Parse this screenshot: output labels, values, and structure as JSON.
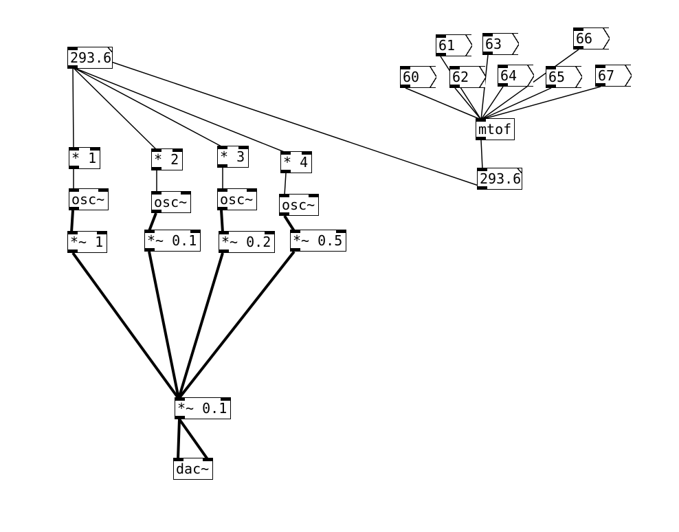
{
  "patch": {
    "number_boxes": [
      {
        "id": "freq",
        "value": "293.6"
      },
      {
        "id": "readout",
        "value": "293.6"
      }
    ],
    "messages": [
      {
        "id": "m60",
        "label": "60"
      },
      {
        "id": "m61",
        "label": "61"
      },
      {
        "id": "m62",
        "label": "62"
      },
      {
        "id": "m63",
        "label": "63"
      },
      {
        "id": "m64",
        "label": "64"
      },
      {
        "id": "m65",
        "label": "65"
      },
      {
        "id": "m66",
        "label": "66"
      },
      {
        "id": "m67",
        "label": "67"
      }
    ],
    "objects": [
      {
        "id": "mtof",
        "label": "mtof"
      },
      {
        "id": "mul1",
        "label": "* 1"
      },
      {
        "id": "mul2",
        "label": "* 2"
      },
      {
        "id": "mul3",
        "label": "* 3"
      },
      {
        "id": "mul4",
        "label": "* 4"
      },
      {
        "id": "osc1",
        "label": "osc~"
      },
      {
        "id": "osc2",
        "label": "osc~"
      },
      {
        "id": "osc3",
        "label": "osc~"
      },
      {
        "id": "osc4",
        "label": "osc~"
      },
      {
        "id": "amp1",
        "label": "*~ 1"
      },
      {
        "id": "amp2",
        "label": "*~ 0.1"
      },
      {
        "id": "amp3",
        "label": "*~ 0.2"
      },
      {
        "id": "amp4",
        "label": "*~ 0.5"
      },
      {
        "id": "master",
        "label": "*~ 0.1"
      },
      {
        "id": "dac",
        "label": "dac~"
      }
    ]
  },
  "colors": {
    "ink": "#000000",
    "background": "#ffffff"
  }
}
